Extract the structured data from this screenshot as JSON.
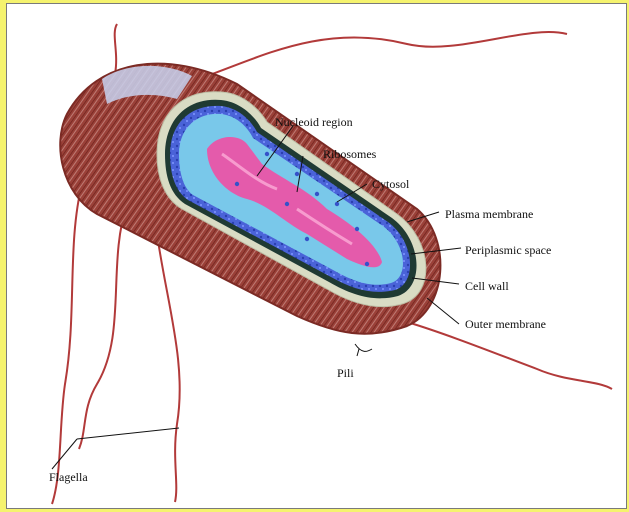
{
  "colors": {
    "page_background": "#f5f36e",
    "frame_background": "#ffffff",
    "outer_membrane": "#8f3a32",
    "cell_wall": "#1f3a33",
    "periplasmic_space": "#d9dcc4",
    "plasma_membrane": "#3d5bd6",
    "cytosol": "#79c8ea",
    "nucleoid": "#f04fa4",
    "flagella": "#b23a3a"
  },
  "labels": {
    "nucleoid_region": "Nucleoid region",
    "ribosomes": "Ribosomes",
    "cytosol": "Cytosol",
    "plasma_membrane": "Plasma membrane",
    "periplasmic_space": "Periplasmic space",
    "cell_wall": "Cell wall",
    "outer_membrane": "Outer membrane",
    "pili": "Pili",
    "flagella": "Flagella"
  }
}
